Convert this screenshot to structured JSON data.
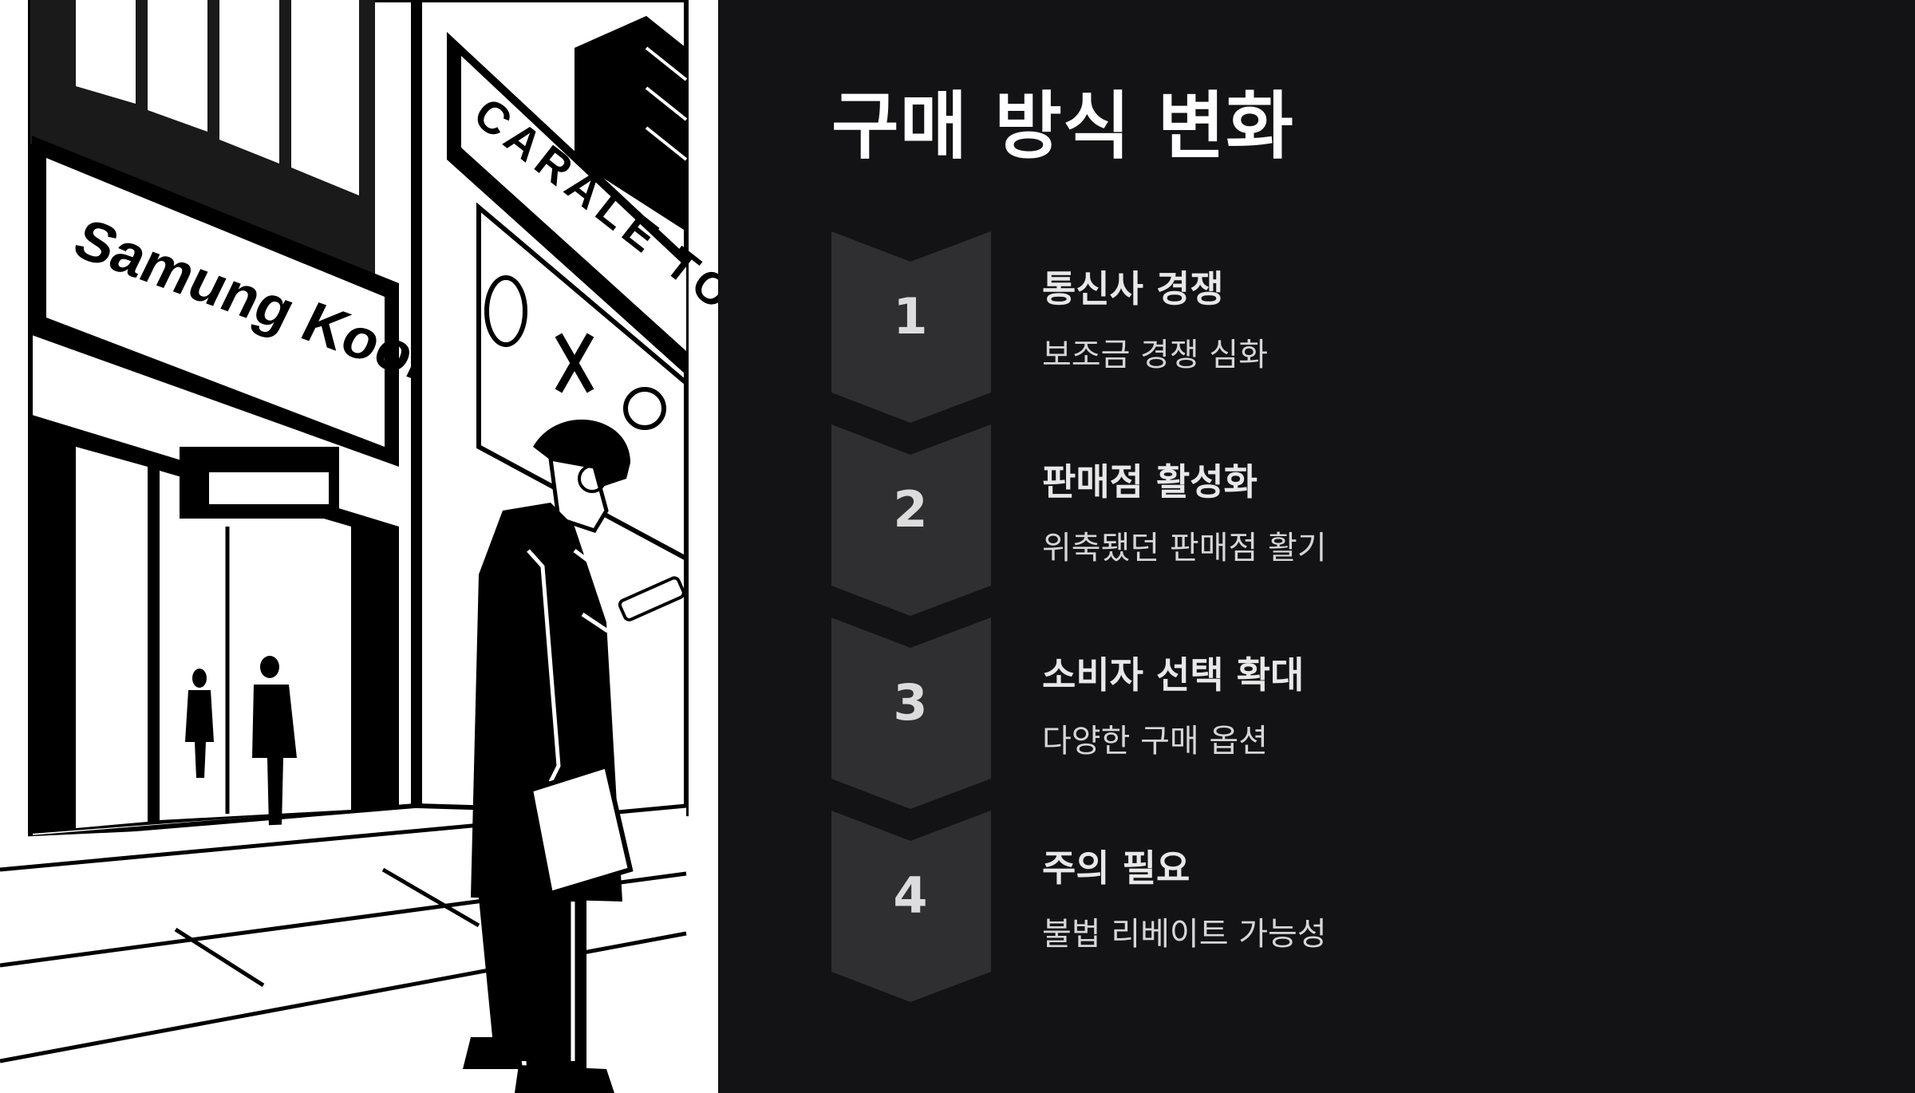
{
  "slide": {
    "title": "구매 방식 변화",
    "steps": [
      {
        "number": "1",
        "title": "통신사 경쟁",
        "desc": "보조금 경쟁 심화"
      },
      {
        "number": "2",
        "title": "판매점 활성화",
        "desc": "위축됐던 판매점 활기"
      },
      {
        "number": "3",
        "title": "소비자 선택 확대",
        "desc": "다양한 구매 옵션"
      },
      {
        "number": "4",
        "title": "주의 필요",
        "desc": "불법 리베이트 가능성"
      }
    ]
  },
  "illustration": {
    "store_sign": "Samung Koone",
    "store_sign_2": "CARALE TOREI"
  },
  "colors": {
    "background": "#131315",
    "chevron": "#2f2f31",
    "text": "#ffffff"
  }
}
